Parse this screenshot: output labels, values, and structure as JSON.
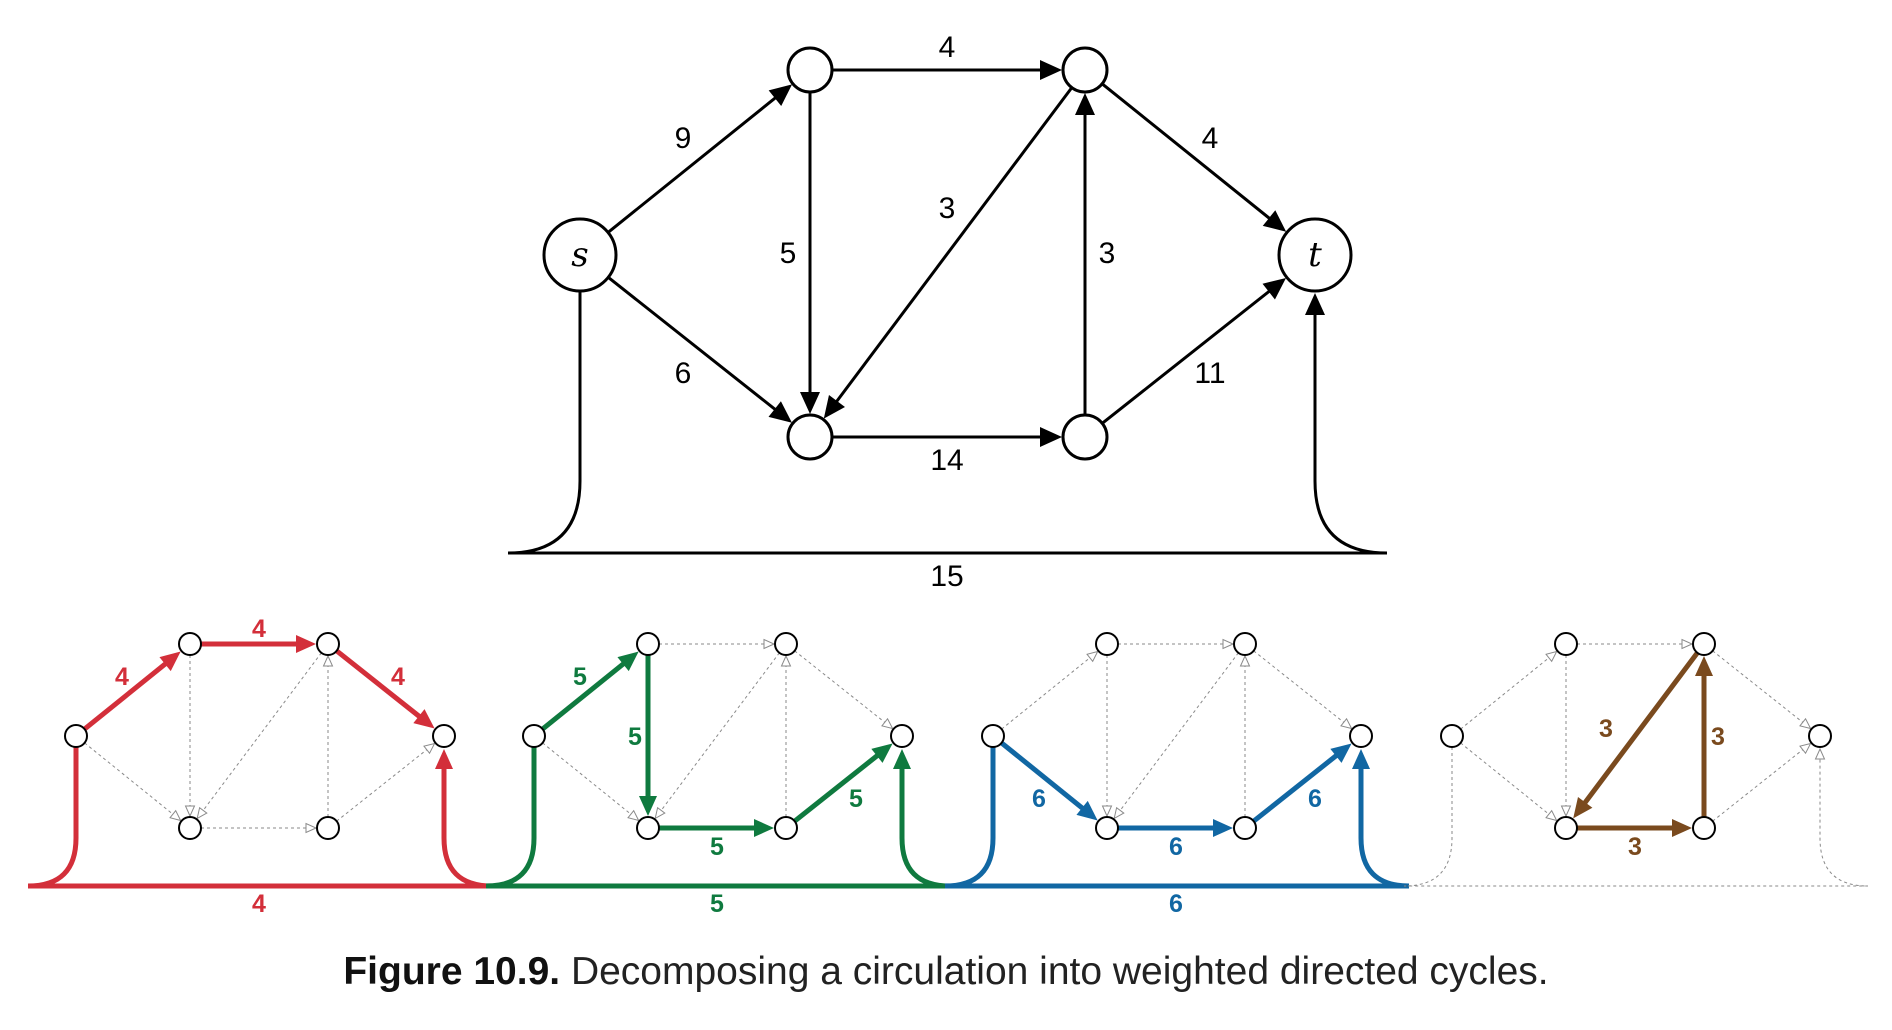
{
  "main_graph": {
    "source_label": "s",
    "sink_label": "t",
    "edges": [
      {
        "id": "s-a",
        "from": "s",
        "to": "a",
        "weight": "9"
      },
      {
        "id": "a-b",
        "from": "a",
        "to": "b",
        "weight": "4"
      },
      {
        "id": "b-t",
        "from": "b",
        "to": "t",
        "weight": "4"
      },
      {
        "id": "a-c",
        "from": "a",
        "to": "c",
        "weight": "5"
      },
      {
        "id": "b-c",
        "from": "b",
        "to": "c",
        "weight": "3"
      },
      {
        "id": "d-b",
        "from": "d",
        "to": "b",
        "weight": "3"
      },
      {
        "id": "s-c",
        "from": "s",
        "to": "c",
        "weight": "6"
      },
      {
        "id": "d-t",
        "from": "d",
        "to": "t",
        "weight": "11"
      },
      {
        "id": "c-d",
        "from": "c",
        "to": "d",
        "weight": "14"
      },
      {
        "id": "t-s",
        "from": "t",
        "to": "s",
        "weight": "15"
      }
    ]
  },
  "cycles": [
    {
      "color": "#d32f3a",
      "weight": "4",
      "edges": [
        "s-a",
        "a-b",
        "b-t",
        "t-s"
      ]
    },
    {
      "color": "#0f7a3f",
      "weight": "5",
      "edges": [
        "s-a",
        "a-c",
        "c-d",
        "d-t",
        "t-s"
      ]
    },
    {
      "color": "#1167a3",
      "weight": "6",
      "edges": [
        "s-c",
        "c-d",
        "d-t",
        "t-s"
      ]
    },
    {
      "color": "#7a4a1e",
      "weight": "3",
      "edges": [
        "b-c",
        "c-d",
        "d-b"
      ]
    }
  ],
  "caption": {
    "label": "Figure 10.9.",
    "text": "Decomposing a circulation into weighted directed cycles."
  }
}
